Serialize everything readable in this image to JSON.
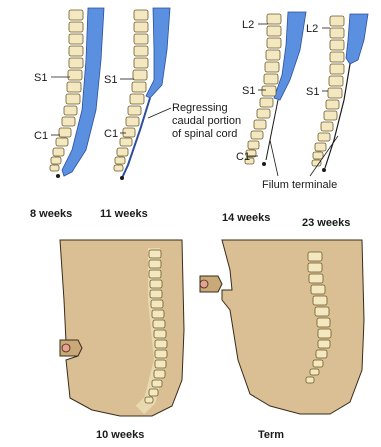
{
  "labels": {
    "s1": "S1",
    "c1": "C1",
    "l2": "L2"
  },
  "annotations": {
    "regressing_line1": "Regressing",
    "regressing_line2": "caudal portion",
    "regressing_line3": "of spinal cord",
    "filum_terminale": "Filum terminale"
  },
  "captions": {
    "week8": "8 weeks",
    "week11": "11 weeks",
    "week14": "14 weeks",
    "week23": "23 weeks",
    "week10": "10 weeks",
    "term": "Term"
  },
  "colors": {
    "spinal_cord": "#5b8fe0",
    "vertebra": "#f3e8bf",
    "body_wall": "#d9bf93"
  }
}
